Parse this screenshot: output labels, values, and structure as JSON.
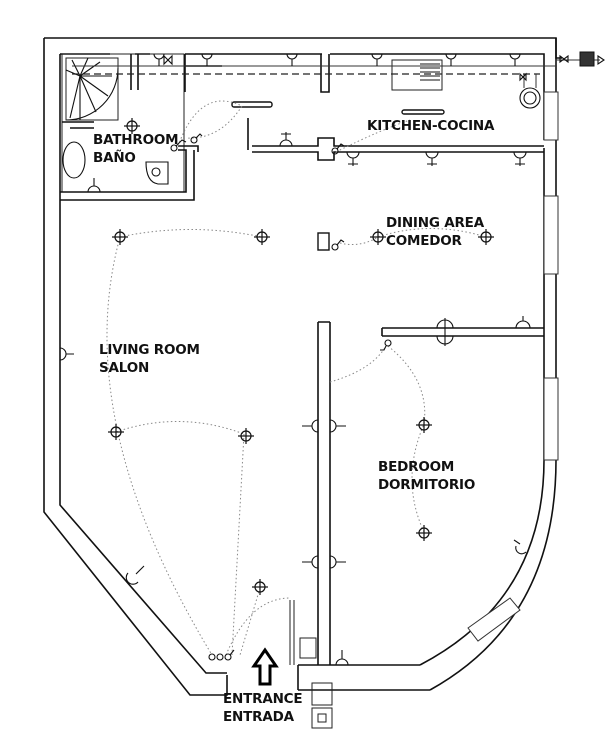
{
  "rooms": {
    "bathroom": {
      "name_en": "BATHROOM",
      "name_es": "BAÑO"
    },
    "kitchen": {
      "name": "KITCHEN-COCINA"
    },
    "dining": {
      "name_en": "DINING AREA",
      "name_es": "COMEDOR"
    },
    "living": {
      "name_en": "LIVING ROOM",
      "name_es": "SALON"
    },
    "bedroom": {
      "name_en": "BEDROOM",
      "name_es": "DORMITORIO"
    }
  },
  "entrance": {
    "name_en": "ENTRANCE",
    "name_es": "ENTRADA",
    "icon": "up-arrow-icon"
  },
  "colors": {
    "wall": "#111111",
    "circuit": "#888888",
    "background": "#ffffff"
  },
  "symbols": {
    "ceiling_light": "ceiling-light-icon",
    "wall_socket": "wall-socket-icon",
    "switch": "light-switch-icon",
    "valve": "valve-icon",
    "water_heater": "boiler-icon",
    "meter": "meter-icon",
    "sink": "sink-icon",
    "toilet": "toilet-icon",
    "shower": "shower-icon"
  }
}
